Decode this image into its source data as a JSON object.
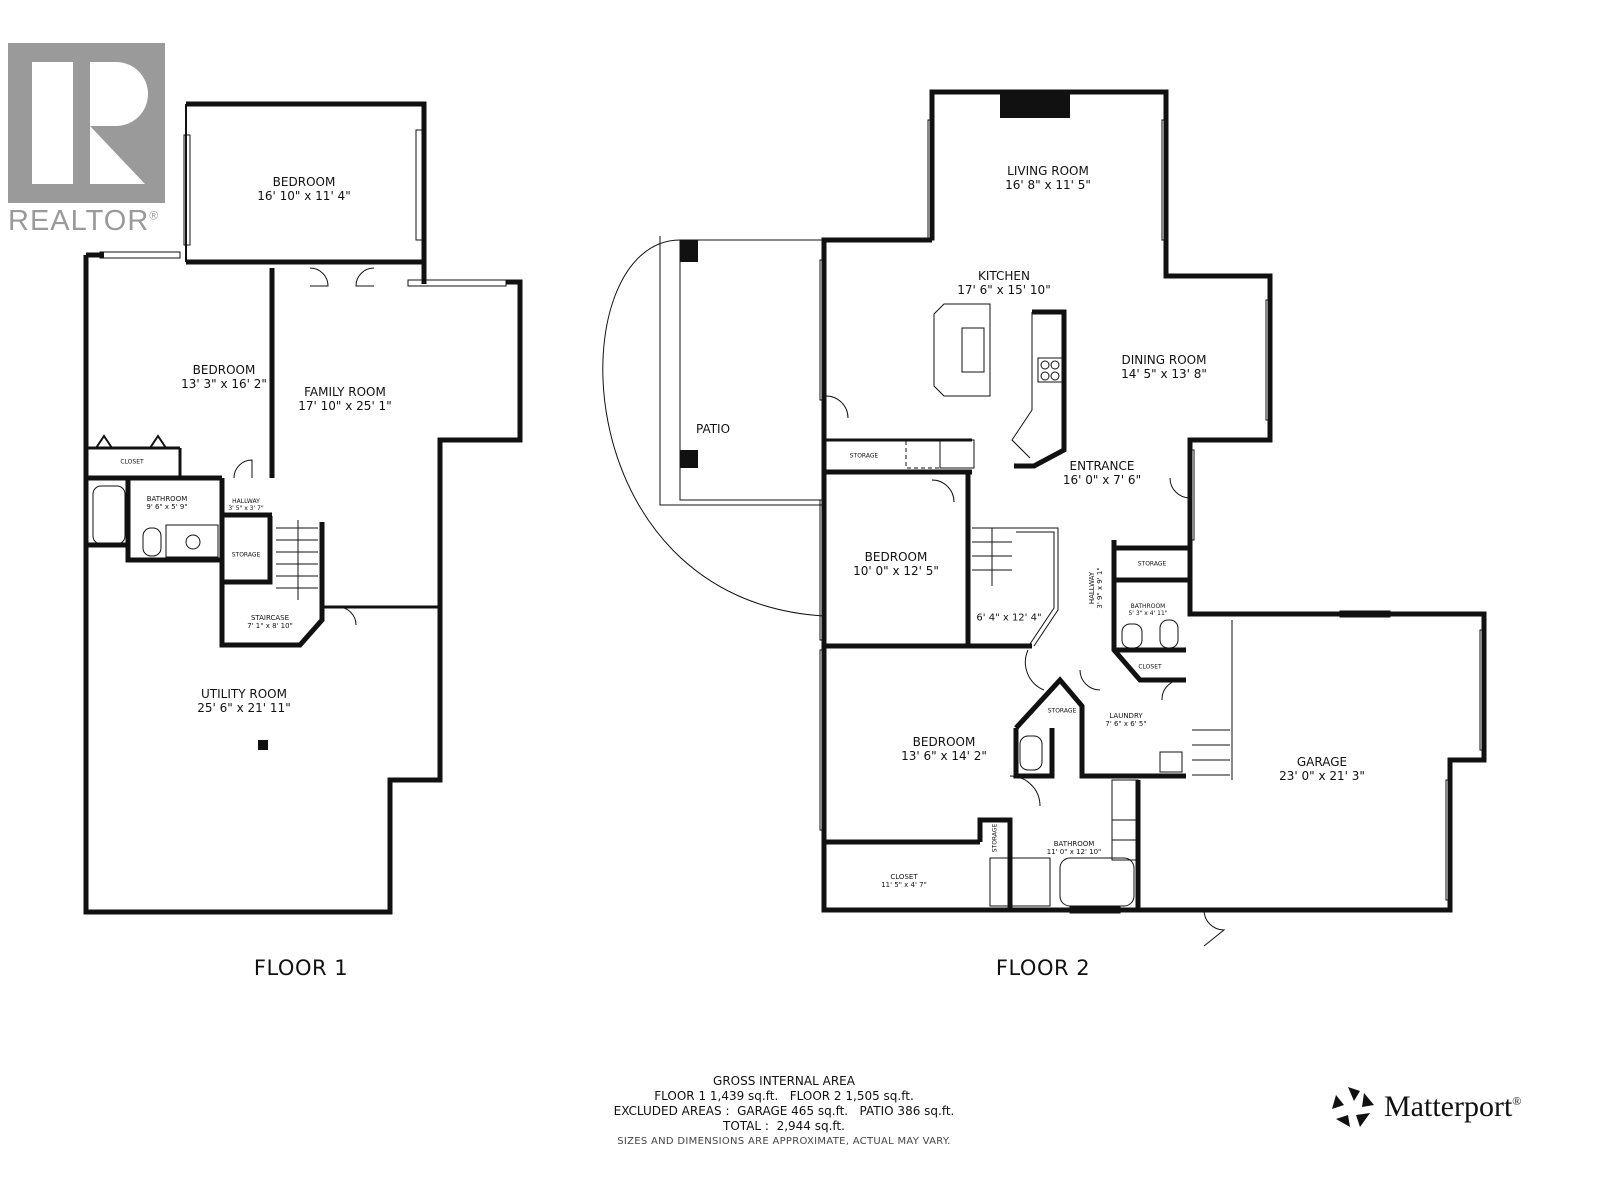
{
  "branding": {
    "realtor_text": "REALTOR",
    "realtor_mark": "®",
    "matterport_text": "Matterport",
    "matterport_mark": "®"
  },
  "floor1": {
    "title": "FLOOR 1",
    "rooms": [
      {
        "name": "BEDROOM",
        "dims": "16' 10\" x 11' 4\""
      },
      {
        "name": "BEDROOM",
        "dims": "13' 3\" x 16' 2\""
      },
      {
        "name": "FAMILY ROOM",
        "dims": "17' 10\" x 25' 1\""
      },
      {
        "name": "CLOSET",
        "dims": ""
      },
      {
        "name": "BATHROOM",
        "dims": "9' 6\" x 5' 9\""
      },
      {
        "name": "HALLWAY",
        "dims": "3' 5\" x 3' 7\""
      },
      {
        "name": "STORAGE",
        "dims": ""
      },
      {
        "name": "STAIRCASE",
        "dims": "7' 1\" x 8' 10\""
      },
      {
        "name": "UTILITY ROOM",
        "dims": "25' 6\" x 21' 11\""
      }
    ]
  },
  "floor2": {
    "title": "FLOOR 2",
    "rooms": [
      {
        "name": "LIVING ROOM",
        "dims": "16' 8\" x 11' 5\""
      },
      {
        "name": "KITCHEN",
        "dims": "17' 6\" x 15' 10\""
      },
      {
        "name": "DINING ROOM",
        "dims": "14' 5\" x 13' 8\""
      },
      {
        "name": "PATIO",
        "dims": ""
      },
      {
        "name": "STORAGE",
        "dims": ""
      },
      {
        "name": "ENTRANCE",
        "dims": "16' 0\" x 7' 6\""
      },
      {
        "name": "BEDROOM",
        "dims": "10' 0\" x 12' 5\""
      },
      {
        "name": "",
        "dims": "6' 4\" x 12' 4\""
      },
      {
        "name": "HALLWAY",
        "dims": "3' 9\" x 9' 1\""
      },
      {
        "name": "STORAGE",
        "dims": ""
      },
      {
        "name": "BATHROOM",
        "dims": "5' 3\" x 4' 11\""
      },
      {
        "name": "CLOSET",
        "dims": ""
      },
      {
        "name": "STORAGE",
        "dims": ""
      },
      {
        "name": "LAUNDRY",
        "dims": "7' 6\" x 6' 5\""
      },
      {
        "name": "BEDROOM",
        "dims": "13' 6\" x 14' 2\""
      },
      {
        "name": "GARAGE",
        "dims": "23' 0\" x 21' 3\""
      },
      {
        "name": "STORAGE",
        "dims": ""
      },
      {
        "name": "BATHROOM",
        "dims": "11' 0\" x 12' 10\""
      },
      {
        "name": "CLOSET",
        "dims": "11' 5\" x 4' 7\""
      }
    ]
  },
  "area_summary": {
    "heading": "GROSS INTERNAL AREA",
    "line1": "FLOOR 1 1,439 sq.ft.   FLOOR 2 1,505 sq.ft.",
    "line2": "EXCLUDED AREAS :  GARAGE 465 sq.ft.   PATIO 386 sq.ft.",
    "line3": "TOTAL :  2,944 sq.ft.",
    "disclaimer": "SIZES AND DIMENSIONS ARE APPROXIMATE, ACTUAL MAY VARY."
  },
  "colors": {
    "wall": "#111111",
    "logo_gray": "#9a9a9a",
    "background": "#ffffff"
  }
}
